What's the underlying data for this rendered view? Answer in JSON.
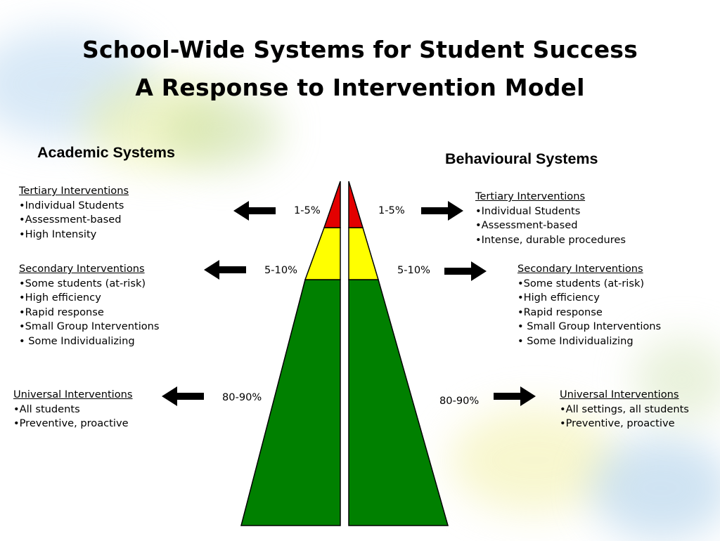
{
  "title": {
    "line1": "School-Wide Systems for Student Success",
    "line2": "A Response to Intervention Model"
  },
  "academic": {
    "heading": "Academic Systems",
    "tertiary": {
      "heading": "Tertiary Interventions",
      "items": [
        "Individual Students",
        "Assessment-based",
        "High Intensity"
      ],
      "percent": "1-5%"
    },
    "secondary": {
      "heading": "Secondary Interventions",
      "items": [
        "Some students (at-risk)",
        "High efficiency",
        "Rapid response",
        "Small Group Interventions",
        " Some Individualizing"
      ],
      "percent": "5-10%"
    },
    "universal": {
      "heading": "Universal Interventions",
      "items": [
        "All students",
        "Preventive,  proactive"
      ],
      "percent": "80-90%"
    }
  },
  "behavioural": {
    "heading": "Behavioural Systems",
    "tertiary": {
      "heading": "Tertiary Interventions",
      "items": [
        "Individual Students",
        "Assessment-based",
        "Intense, durable procedures"
      ],
      "percent": "1-5%"
    },
    "secondary": {
      "heading": "Secondary Interventions",
      "items": [
        "Some students (at-risk)",
        "High efficiency",
        "Rapid response",
        " Small Group Interventions",
        " Some Individualizing"
      ],
      "percent": "5-10%"
    },
    "universal": {
      "heading": "Universal Interventions",
      "items": [
        "All settings, all students",
        "Preventive,  proactive"
      ],
      "percent": "80-90%"
    }
  },
  "colors": {
    "tertiary": "#e30000",
    "secondary": "#ffff00",
    "universal": "#008000",
    "outline": "#000000"
  }
}
